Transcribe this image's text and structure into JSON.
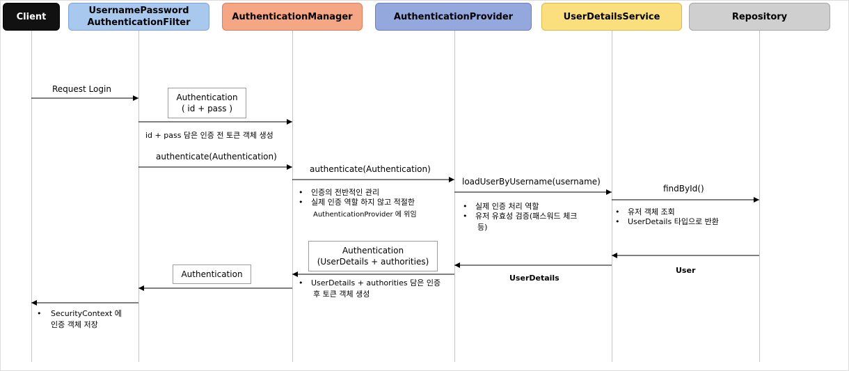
{
  "participants": [
    {
      "key": "client",
      "label": "Client",
      "line2": ""
    },
    {
      "key": "filter",
      "label": "UsernamePassword",
      "line2": "AuthenticationFilter"
    },
    {
      "key": "manager",
      "label": "AuthenticationManager",
      "line2": ""
    },
    {
      "key": "provider",
      "label": "AuthenticationProvider",
      "line2": ""
    },
    {
      "key": "uds",
      "label": "UserDetailsService",
      "line2": ""
    },
    {
      "key": "repo",
      "label": "Repository",
      "line2": ""
    }
  ],
  "colors": {
    "client": "#111111",
    "filter": "#a9c8ee",
    "manager": "#f5a684",
    "provider": "#95a8dd",
    "uds": "#fbde7d",
    "repo": "#cfcfcf",
    "arrow": "#000000",
    "lifeline": "#c4c4c4"
  },
  "messages": {
    "request_login": "Request Login",
    "auth_note_line1": "Authentication",
    "auth_note_line2": "( id + pass )",
    "token_note": "id + pass 담은 인증 전 토큰 객체 생성",
    "authenticate1": "authenticate(Authentication)",
    "authenticate2": "authenticate(Authentication)",
    "load_user": "loadUserByUsername(username)",
    "find_by_id": "findById()",
    "user": "User",
    "user_details": "UserDetails",
    "auth_full_line1": "Authentication",
    "auth_full_line2": "(UserDetails +  authorities)",
    "auth_return": "Authentication",
    "security_context": "SecurityContext 에",
    "security_context2": "인증 객체 저장"
  },
  "notes": {
    "manager_bullets": [
      "인증의 전반적인 관리",
      "실제 인증 역할 하지 않고 적절한"
    ],
    "manager_extra": "AuthenticationProvider 에 위임",
    "provider_bullets": [
      "실제 인증 처리 역할",
      "유저 유효성 검증(패스워드 체크"
    ],
    "provider_extra": "등)",
    "uds_bullets": [
      "유저 객체 조회",
      "UserDetails 타입으로 반환"
    ],
    "return_bullet": "UserDetails +  authorities 담은  인증",
    "return_extra": "후 토큰 객체 생성"
  }
}
